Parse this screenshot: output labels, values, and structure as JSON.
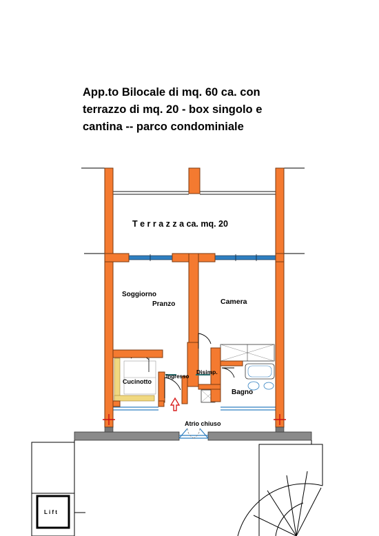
{
  "title": {
    "line1": "App.to Bilocale di mq. 60  ca.  con",
    "line2": "terrazzo  di mq. 20 - box singolo e",
    "line3": "cantina -- parco condominiale"
  },
  "rooms": {
    "terrazza": "T e r r a z z a   ca. mq. 20",
    "soggiorno": "Soggiorno",
    "pranzo": "Pranzo",
    "camera": "Camera",
    "cucinotto": "Cucinotto",
    "ingresso": "Ingresso",
    "disimp": "Disimp.",
    "bagno": "Bagno",
    "atrio": "Atrio  chiuso",
    "lift": "L i f t"
  },
  "colors": {
    "wall": "#f47a30",
    "wall_outline": "#7a3a10",
    "window": "#2f7fc0",
    "kitchen": "#f0d880",
    "entry_arrow": "#d82020",
    "marker": "#cc1010"
  }
}
